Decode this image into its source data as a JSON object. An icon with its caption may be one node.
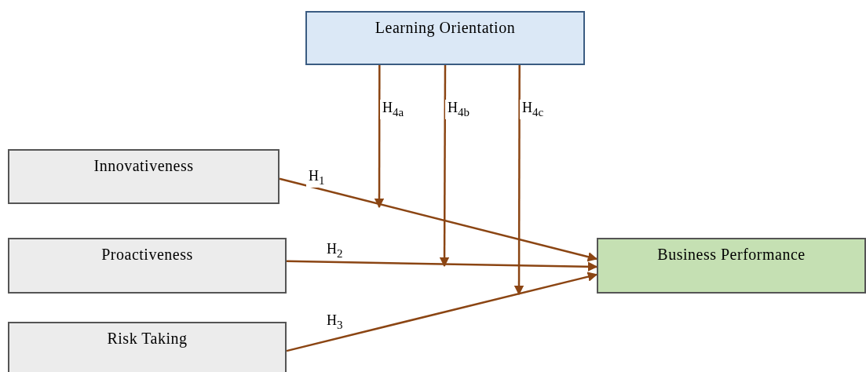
{
  "diagram": {
    "nodes": [
      {
        "text": [
          "Learning Orientation"
        ]
      },
      {
        "text": [
          "Innovativeness"
        ]
      },
      {
        "text": [
          "Proactiveness"
        ]
      },
      {
        "text": [
          "Risk Taking"
        ]
      },
      {
        "text": [
          "Business Performance"
        ]
      }
    ],
    "edges": [
      {
        "from": 1,
        "to": 4,
        "arrow": "to",
        "label": "H$_{1}$"
      },
      {
        "from": 2,
        "to": 4,
        "arrow": "to",
        "label": "H$_{2}$"
      },
      {
        "from": 3,
        "to": 4,
        "arrow": "to",
        "label": "H$_{3}$"
      },
      {
        "from": 0,
        "to": null,
        "arrow": "to",
        "label": "H$_{4a}$"
      },
      {
        "from": 0,
        "to": null,
        "arrow": "to",
        "label": "H$_{4b}$"
      },
      {
        "from": 0,
        "to": null,
        "arrow": "to",
        "label": "H$_{4c}$"
      }
    ]
  }
}
